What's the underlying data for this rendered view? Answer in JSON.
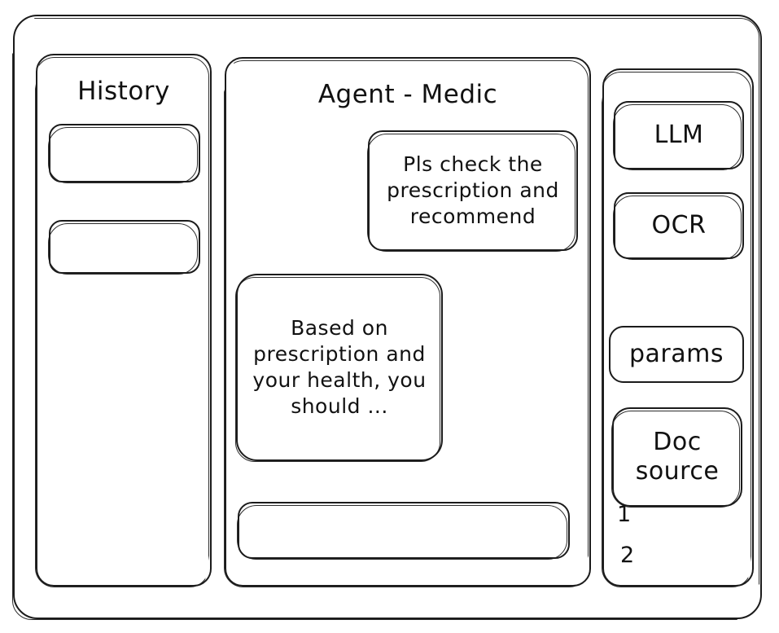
{
  "window": {
    "frame_label": "app-window"
  },
  "sidebar": {
    "title": "History",
    "items": [
      {
        "label": ""
      },
      {
        "label": ""
      }
    ]
  },
  "main": {
    "title": "Agent - Medic",
    "messages": [
      {
        "role": "user",
        "text": "Pls check the prescription and recommend",
        "align": "right"
      },
      {
        "role": "agent",
        "text": "Based on prescription and your health, you should ...",
        "align": "left"
      }
    ],
    "composer": {
      "value": "",
      "placeholder": ""
    }
  },
  "tools": {
    "buttons": [
      {
        "label": "LLM"
      },
      {
        "label": "OCR"
      },
      {
        "label": "params"
      }
    ],
    "doc_source": {
      "title": "Doc source",
      "items": [
        {
          "marker": "1",
          "label": ""
        },
        {
          "marker": "2",
          "label": ""
        }
      ]
    }
  },
  "style": {
    "stroke": "#1b1b1b",
    "background": "#ffffff",
    "text": "#111111"
  }
}
